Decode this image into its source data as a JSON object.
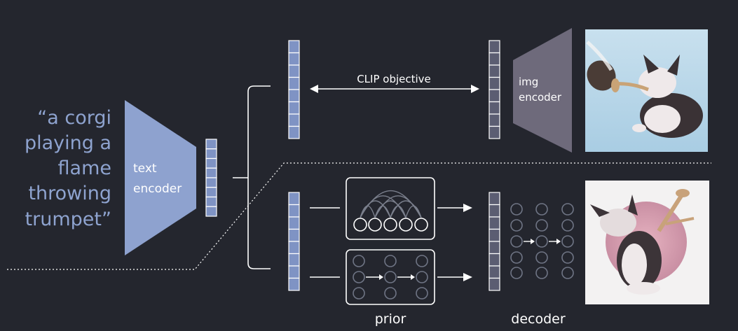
{
  "caption": {
    "lines": [
      "“a corgi",
      "playing a",
      "flame",
      "throwing",
      "trumpet”"
    ]
  },
  "text_encoder": {
    "line1": "text",
    "line2": "encoder"
  },
  "img_encoder": {
    "line1": "img",
    "line2": "encoder"
  },
  "clip_label": "CLIP objective",
  "prior_label": "prior",
  "decoder_label": "decoder",
  "colors": {
    "background": "#24262e",
    "text_blue": "#8ea3cf",
    "encoder_fill": "#8ea2cf",
    "img_encoder_fill": "#6e6a7b",
    "cell_blue": "#7f93c4",
    "cell_dark": "#5b5d72",
    "line": "#ffffff",
    "node": "#6f7585",
    "sky": "#bfd9ea",
    "pink": "#d8a3b3"
  }
}
